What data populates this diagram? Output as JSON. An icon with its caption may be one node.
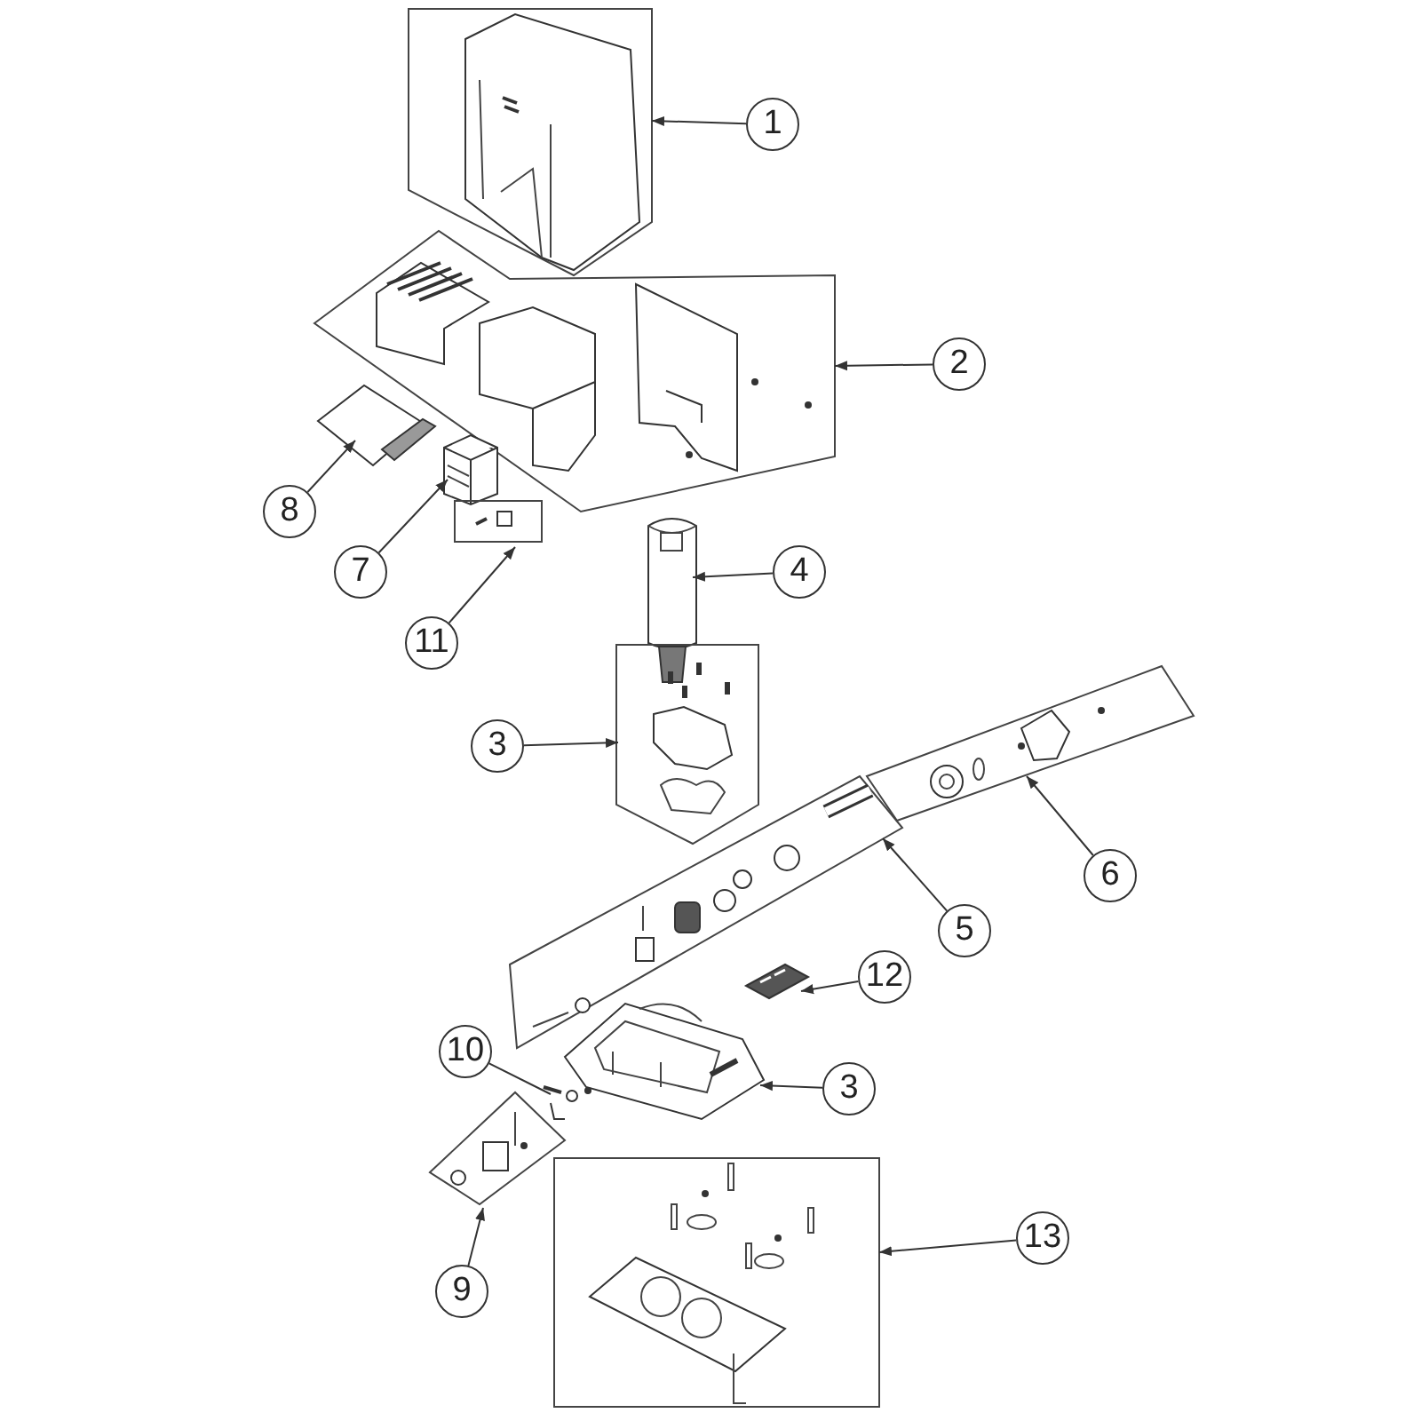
{
  "diagram": {
    "nodes": [
      {
        "text": [],
        "shape": "picture"
      },
      {
        "text": [
          "1"
        ]
      },
      {
        "text": [],
        "shape": "picture"
      },
      {
        "text": [
          "2"
        ]
      },
      {
        "text": [],
        "shape": "picture"
      },
      {
        "text": [],
        "shape": "picture"
      },
      {
        "text": [
          "8"
        ]
      },
      {
        "text": [],
        "shape": "picture"
      },
      {
        "text": [
          "7"
        ]
      },
      {
        "text": [],
        "shape": "picture"
      },
      {
        "text": [
          "4"
        ]
      },
      {
        "text": [
          "11"
        ]
      },
      {
        "text": [],
        "shape": "picture"
      },
      {
        "text": [
          "3"
        ]
      },
      {
        "text": [],
        "shape": "picture"
      },
      {
        "text": [],
        "shape": "picture"
      },
      {
        "text": [
          "6"
        ]
      },
      {
        "text": [
          "5"
        ]
      },
      {
        "text": [],
        "shape": "picture"
      },
      {
        "text": [
          "12"
        ]
      },
      {
        "text": [],
        "shape": "picture"
      },
      {
        "text": [
          "10"
        ]
      },
      {
        "text": [],
        "shape": "picture"
      },
      {
        "text": [
          "3"
        ]
      },
      {
        "text": [],
        "shape": "picture"
      },
      {
        "text": [],
        "shape": "picture"
      },
      {
        "text": [
          "13"
        ]
      },
      {
        "text": [
          "9"
        ]
      }
    ],
    "edges": [
      {
        "from": 1,
        "to": 0,
        "arrow": "to"
      },
      {
        "from": 3,
        "to": 2,
        "arrow": "to"
      },
      {
        "from": 6,
        "to": 4,
        "arrow": "to"
      },
      {
        "from": 8,
        "to": 5,
        "arrow": "to"
      },
      {
        "from": 11,
        "to": 7,
        "arrow": "to"
      },
      {
        "from": 10,
        "to": 9,
        "arrow": "to"
      },
      {
        "from": 13,
        "to": 12,
        "arrow": "to"
      },
      {
        "from": 16,
        "to": 14,
        "arrow": "to"
      },
      {
        "from": 17,
        "to": 15,
        "arrow": "to"
      },
      {
        "from": 19,
        "to": 18,
        "arrow": "to"
      },
      {
        "from": 23,
        "to": 20,
        "arrow": "to"
      },
      {
        "from": 21,
        "to": 22,
        "arrow": "none"
      },
      {
        "from": 27,
        "to": 24,
        "arrow": "to"
      },
      {
        "from": 26,
        "to": 25,
        "arrow": "to"
      }
    ]
  }
}
